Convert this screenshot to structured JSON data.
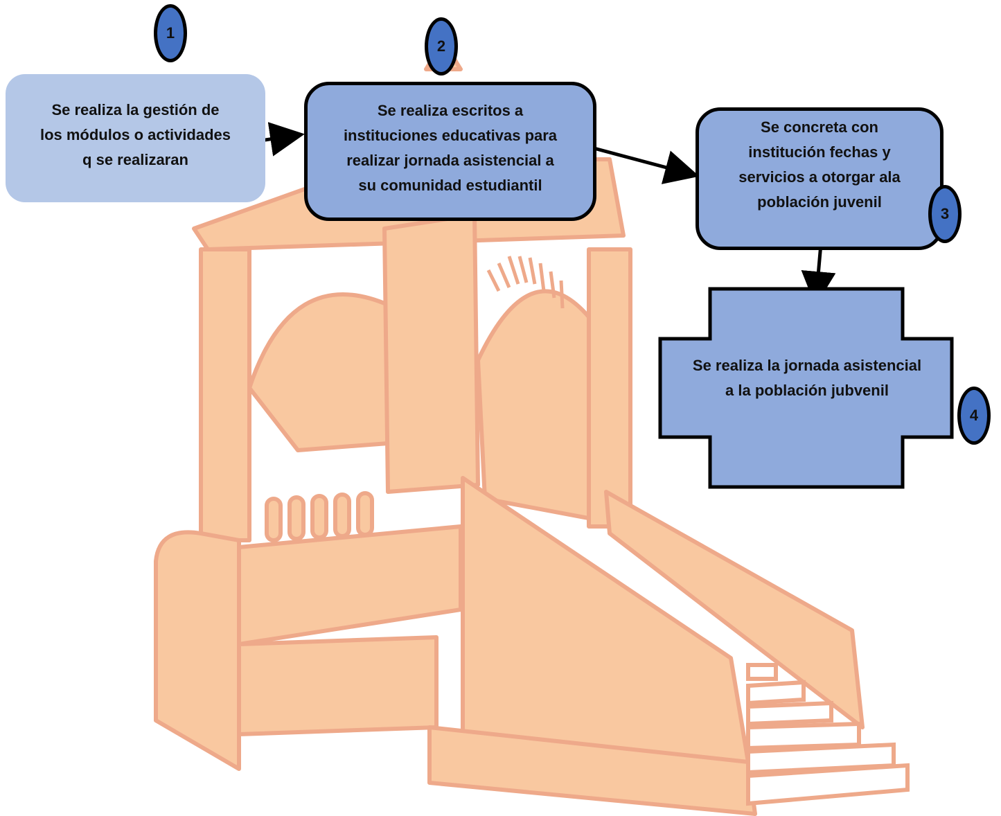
{
  "steps": [
    {
      "number": "1",
      "text": [
        "Se  realiza  la  gestión  de",
        "los  módulos o  actividades",
        "q  se  realizaran"
      ]
    },
    {
      "number": "2",
      "text": [
        "Se realiza  escritos a",
        "instituciones educativas para",
        "realizar  jornada asistencial a",
        "su  comunidad  estudiantil"
      ]
    },
    {
      "number": "3",
      "text": [
        "Se concreta  con",
        "institución  fechas  y",
        "servicios a otorgar  ala",
        "población juvenil"
      ]
    },
    {
      "number": "4",
      "text": [
        "Se  realiza  la  jornada asistencial",
        "a la  población jubvenil"
      ]
    }
  ],
  "colors": {
    "box_light": "#b4c7e7",
    "box": "#8faadc",
    "badge": "#4472c4",
    "watermark_fill": "#f9c8a0",
    "watermark_stroke": "#eea98a"
  }
}
